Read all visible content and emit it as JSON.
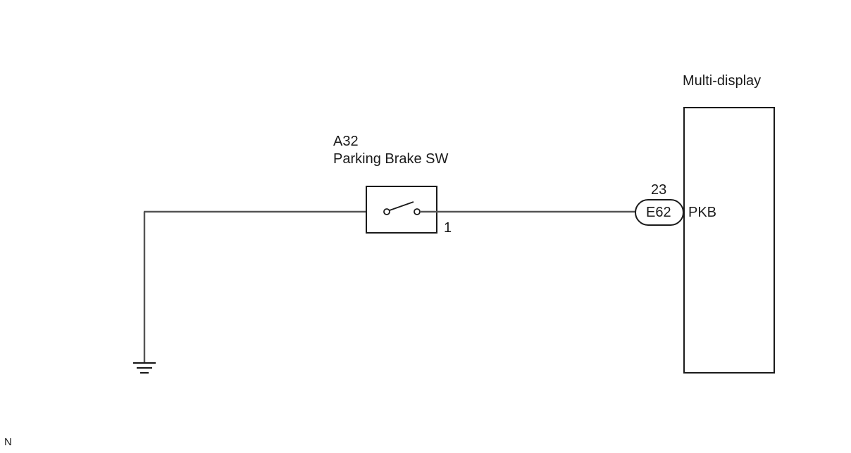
{
  "module": {
    "name": "Multi-display",
    "pin_label": "PKB"
  },
  "switch": {
    "code": "A32",
    "name": "Parking Brake SW",
    "pin": "1"
  },
  "connector": {
    "code": "E62",
    "pin": "23"
  },
  "corner_mark": "N",
  "colors": {
    "wire": "#555555",
    "outline": "#1a1a1a",
    "background": "#ffffff"
  },
  "icons": {
    "ground": "ground-symbol-icon",
    "switch": "open-switch-icon"
  }
}
